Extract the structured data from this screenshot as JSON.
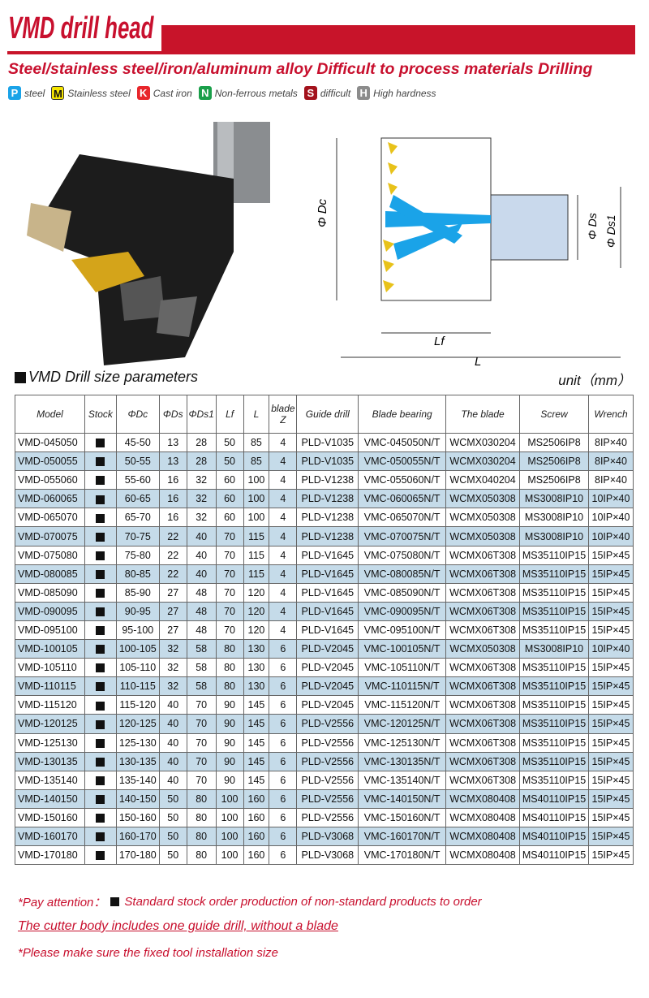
{
  "header": {
    "title": "VMD drill head",
    "subtitle": "Steel/stainless steel/iron/aluminum alloy Difficult to process materials Drilling"
  },
  "materials": [
    {
      "letter": "P",
      "label": "steel",
      "color": "#1aa3e8"
    },
    {
      "letter": "M",
      "label": "Stainless steel",
      "color": "#f5e400"
    },
    {
      "letter": "K",
      "label": "Cast iron",
      "color": "#e8262b"
    },
    {
      "letter": "N",
      "label": "Non-ferrous metals",
      "color": "#1a9f4a"
    },
    {
      "letter": "S",
      "label": "difficult",
      "color": "#a3121c"
    },
    {
      "letter": "H",
      "label": "High hardness",
      "color": "#8c8c8c"
    }
  ],
  "diagram": {
    "dc": "Φ Dc",
    "ds": "Φ Ds",
    "ds1": "Φ Ds1",
    "lf": "Lf",
    "l": "L"
  },
  "section": {
    "title": "VMD Drill size parameters",
    "unit": "unit（mm）"
  },
  "table": {
    "headers": [
      "Model",
      "Stock",
      "ΦDc",
      "ΦDs",
      "ΦDs1",
      "Lf",
      "L",
      "blade Z",
      "Guide drill",
      "Blade bearing",
      "The blade",
      "Screw",
      "Wrench"
    ],
    "rows": [
      [
        "VMD-045050",
        "45-50",
        "13",
        "28",
        "50",
        "85",
        "4",
        "PLD-V1035",
        "VMC-045050N/T",
        "WCMX030204",
        "MS2506IP8",
        "8IP×40"
      ],
      [
        "VMD-050055",
        "50-55",
        "13",
        "28",
        "50",
        "85",
        "4",
        "PLD-V1035",
        "VMC-050055N/T",
        "WCMX030204",
        "MS2506IP8",
        "8IP×40"
      ],
      [
        "VMD-055060",
        "55-60",
        "16",
        "32",
        "60",
        "100",
        "4",
        "PLD-V1238",
        "VMC-055060N/T",
        "WCMX040204",
        "MS2506IP8",
        "8IP×40"
      ],
      [
        "VMD-060065",
        "60-65",
        "16",
        "32",
        "60",
        "100",
        "4",
        "PLD-V1238",
        "VMC-060065N/T",
        "WCMX050308",
        "MS3008IP10",
        "10IP×40"
      ],
      [
        "VMD-065070",
        "65-70",
        "16",
        "32",
        "60",
        "100",
        "4",
        "PLD-V1238",
        "VMC-065070N/T",
        "WCMX050308",
        "MS3008IP10",
        "10IP×40"
      ],
      [
        "VMD-070075",
        "70-75",
        "22",
        "40",
        "70",
        "115",
        "4",
        "PLD-V1238",
        "VMC-070075N/T",
        "WCMX050308",
        "MS3008IP10",
        "10IP×40"
      ],
      [
        "VMD-075080",
        "75-80",
        "22",
        "40",
        "70",
        "115",
        "4",
        "PLD-V1645",
        "VMC-075080N/T",
        "WCMX06T308",
        "MS35110IP15",
        "15IP×45"
      ],
      [
        "VMD-080085",
        "80-85",
        "22",
        "40",
        "70",
        "115",
        "4",
        "PLD-V1645",
        "VMC-080085N/T",
        "WCMX06T308",
        "MS35110IP15",
        "15IP×45"
      ],
      [
        "VMD-085090",
        "85-90",
        "27",
        "48",
        "70",
        "120",
        "4",
        "PLD-V1645",
        "VMC-085090N/T",
        "WCMX06T308",
        "MS35110IP15",
        "15IP×45"
      ],
      [
        "VMD-090095",
        "90-95",
        "27",
        "48",
        "70",
        "120",
        "4",
        "PLD-V1645",
        "VMC-090095N/T",
        "WCMX06T308",
        "MS35110IP15",
        "15IP×45"
      ],
      [
        "VMD-095100",
        "95-100",
        "27",
        "48",
        "70",
        "120",
        "4",
        "PLD-V1645",
        "VMC-095100N/T",
        "WCMX06T308",
        "MS35110IP15",
        "15IP×45"
      ],
      [
        "VMD-100105",
        "100-105",
        "32",
        "58",
        "80",
        "130",
        "6",
        "PLD-V2045",
        "VMC-100105N/T",
        "WCMX050308",
        "MS3008IP10",
        "10IP×40"
      ],
      [
        "VMD-105110",
        "105-110",
        "32",
        "58",
        "80",
        "130",
        "6",
        "PLD-V2045",
        "VMC-105110N/T",
        "WCMX06T308",
        "MS35110IP15",
        "15IP×45"
      ],
      [
        "VMD-110115",
        "110-115",
        "32",
        "58",
        "80",
        "130",
        "6",
        "PLD-V2045",
        "VMC-110115N/T",
        "WCMX06T308",
        "MS35110IP15",
        "15IP×45"
      ],
      [
        "VMD-115120",
        "115-120",
        "40",
        "70",
        "90",
        "145",
        "6",
        "PLD-V2045",
        "VMC-115120N/T",
        "WCMX06T308",
        "MS35110IP15",
        "15IP×45"
      ],
      [
        "VMD-120125",
        "120-125",
        "40",
        "70",
        "90",
        "145",
        "6",
        "PLD-V2556",
        "VMC-120125N/T",
        "WCMX06T308",
        "MS35110IP15",
        "15IP×45"
      ],
      [
        "VMD-125130",
        "125-130",
        "40",
        "70",
        "90",
        "145",
        "6",
        "PLD-V2556",
        "VMC-125130N/T",
        "WCMX06T308",
        "MS35110IP15",
        "15IP×45"
      ],
      [
        "VMD-130135",
        "130-135",
        "40",
        "70",
        "90",
        "145",
        "6",
        "PLD-V2556",
        "VMC-130135N/T",
        "WCMX06T308",
        "MS35110IP15",
        "15IP×45"
      ],
      [
        "VMD-135140",
        "135-140",
        "40",
        "70",
        "90",
        "145",
        "6",
        "PLD-V2556",
        "VMC-135140N/T",
        "WCMX06T308",
        "MS35110IP15",
        "15IP×45"
      ],
      [
        "VMD-140150",
        "140-150",
        "50",
        "80",
        "100",
        "160",
        "6",
        "PLD-V2556",
        "VMC-140150N/T",
        "WCMX080408",
        "MS40110IP15",
        "15IP×45"
      ],
      [
        "VMD-150160",
        "150-160",
        "50",
        "80",
        "100",
        "160",
        "6",
        "PLD-V2556",
        "VMC-150160N/T",
        "WCMX080408",
        "MS40110IP15",
        "15IP×45"
      ],
      [
        "VMD-160170",
        "160-170",
        "50",
        "80",
        "100",
        "160",
        "6",
        "PLD-V3068",
        "VMC-160170N/T",
        "WCMX080408",
        "MS40110IP15",
        "15IP×45"
      ],
      [
        "VMD-170180",
        "170-180",
        "50",
        "80",
        "100",
        "160",
        "6",
        "PLD-V3068",
        "VMC-170180N/T",
        "WCMX080408",
        "MS40110IP15",
        "15IP×45"
      ]
    ]
  },
  "notes": {
    "pay_attention": "*Pay attention：",
    "stock_text": "Standard stock order production of non-standard products to order",
    "body_note": "The cutter body includes one guide drill, without a blade",
    "size_note": "*Please make sure the fixed tool installation size"
  }
}
